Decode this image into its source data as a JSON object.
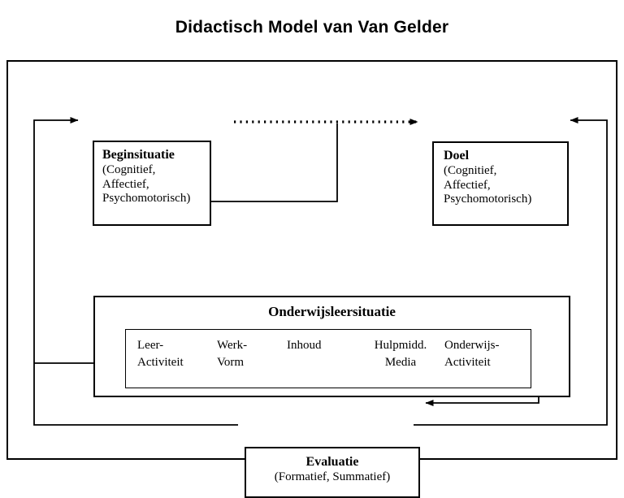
{
  "title": "Didactisch Model van Van Gelder",
  "nodes": {
    "beginsituatie": {
      "title": "Beginsituatie",
      "line1": "(Cognitief,",
      "line2": "Affectief,",
      "line3": "Psychomotorisch)"
    },
    "doel": {
      "title": "Doel",
      "line1": "(Cognitief,",
      "line2": "Affectief,",
      "line3": "Psychomotorisch)"
    },
    "onderwijsleersituatie": {
      "heading": "Onderwijsleersituatie",
      "columns": [
        {
          "line1": "Leer-",
          "line2": "Activiteit"
        },
        {
          "line1": "Werk-",
          "line2": "Vorm"
        },
        {
          "line1": "Inhoud",
          "line2": ""
        },
        {
          "line1": "Hulpmidd.",
          "line2": "Media"
        },
        {
          "line1": "Onderwijs-",
          "line2": "Activiteit"
        }
      ]
    },
    "evaluatie": {
      "title": "Evaluatie",
      "subtitle": "(Formatief, Summatief)"
    }
  },
  "connectors": [
    {
      "name": "beginsituatie-to-doel",
      "style": "dotted",
      "from": "beginsituatie",
      "to": "doel"
    },
    {
      "name": "beginsituatie-doel-to-onderwijsleersituatie",
      "style": "solid",
      "from": "beginsituatie-doel-link",
      "to": "onderwijsleersituatie"
    },
    {
      "name": "onderwijsleersituatie-to-evaluatie",
      "style": "solid",
      "from": "onderwijsleersituatie",
      "to": "evaluatie"
    },
    {
      "name": "evaluatie-to-doel",
      "style": "solid",
      "from": "evaluatie",
      "to": "doel"
    },
    {
      "name": "evaluatie-to-beginsituatie",
      "style": "solid",
      "from": "evaluatie",
      "to": "beginsituatie"
    },
    {
      "name": "evaluatie-to-onderwijsleersituatie",
      "style": "solid",
      "from": "evaluatie",
      "to": "onderwijsleersituatie"
    }
  ],
  "colors": {
    "stroke": "#000000",
    "background": "#ffffff",
    "text": "#000000"
  }
}
